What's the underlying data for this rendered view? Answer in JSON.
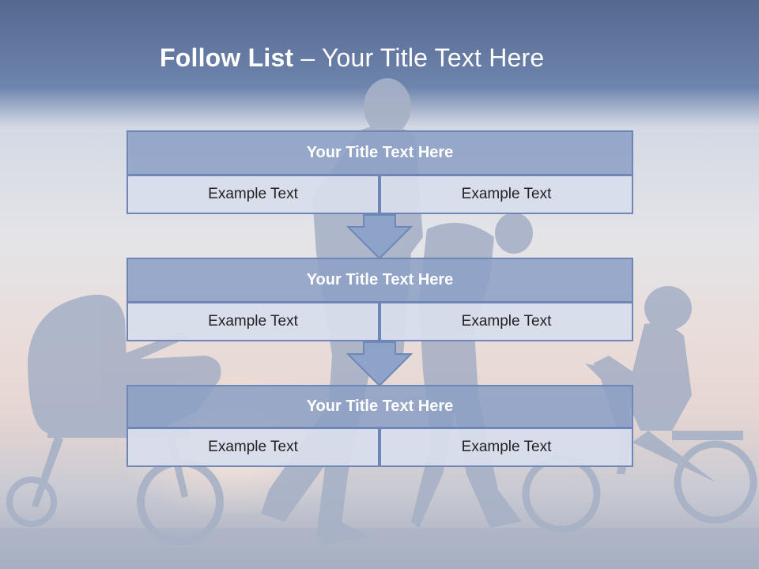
{
  "slide": {
    "title_bold": "Follow List",
    "title_rest": " – Your Title Text Here"
  },
  "blocks": [
    {
      "title": "Your Title Text Here",
      "left_text": "Example Text",
      "right_text": "Example Text"
    },
    {
      "title": "Your Title Text Here",
      "left_text": "Example Text",
      "right_text": "Example Text"
    },
    {
      "title": "Your Title Text Here",
      "left_text": "Example Text",
      "right_text": "Example Text"
    }
  ],
  "colors": {
    "header_fill": "#8da1c5",
    "cell_fill": "#d8ddec",
    "border": "#6f87b6",
    "arrow_fill": "#8ea3c8",
    "silhouette": "#a6b1c7"
  },
  "icons": [
    "down-arrow-icon",
    "down-arrow-icon"
  ]
}
